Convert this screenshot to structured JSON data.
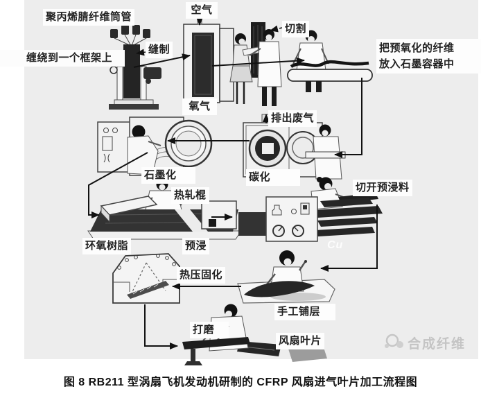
{
  "figure": {
    "labels": {
      "bobbin": "聚丙烯腈纤维筒管",
      "air": "空气",
      "sewing": "缝制",
      "wind_frame": "缠绕到一个框架上",
      "oxygen": "氧气",
      "cut": "切割",
      "preoxidized_line1": "把预氧化的纤维",
      "preoxidized_line2": "放入石墨容器中",
      "exhaust": "排出废气",
      "graphitization": "石墨化",
      "carbonization": "碳化",
      "hot_roller": "热轧棍",
      "cut_prepreg": "切开预浸料",
      "epoxy": "环氧树脂",
      "preimpreg": "预浸",
      "hot_press_cure": "热压固化",
      "hand_layup": "手工铺层",
      "grinding": "打磨",
      "fan_blade": "风扇叶片"
    },
    "watermark": {
      "brand": "合成纤维",
      "faint_mark": "Cu"
    },
    "caption": "图 8 RB211 型涡扇飞机发动机研制的 CFRP 风扇进气叶片加工流程图",
    "colors": {
      "panel_bg": "#ededed",
      "label_bg": "#fdfdfd",
      "ink": "#1c1c1c",
      "watermark_gray": "#c4c4c4"
    }
  }
}
